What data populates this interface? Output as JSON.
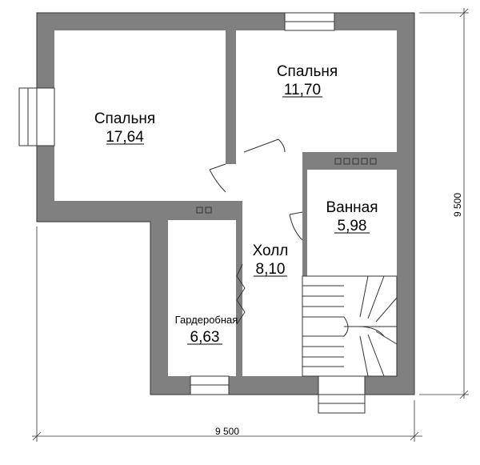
{
  "plan": {
    "rooms": [
      {
        "id": "bedroom-large",
        "name": "Спальня",
        "area": "17,64"
      },
      {
        "id": "bedroom-small",
        "name": "Спальня",
        "area": "11,70"
      },
      {
        "id": "bathroom",
        "name": "Ванная",
        "area": "5,98"
      },
      {
        "id": "hall",
        "name": "Холл",
        "area": "8,10"
      },
      {
        "id": "wardrobe",
        "name": "Гардеробная",
        "area": "6,63"
      }
    ],
    "dimensions": {
      "width": "9 500",
      "height": "9 500"
    },
    "colors": {
      "wall": "#808080",
      "background": "#ffffff",
      "line": "#000000"
    }
  }
}
